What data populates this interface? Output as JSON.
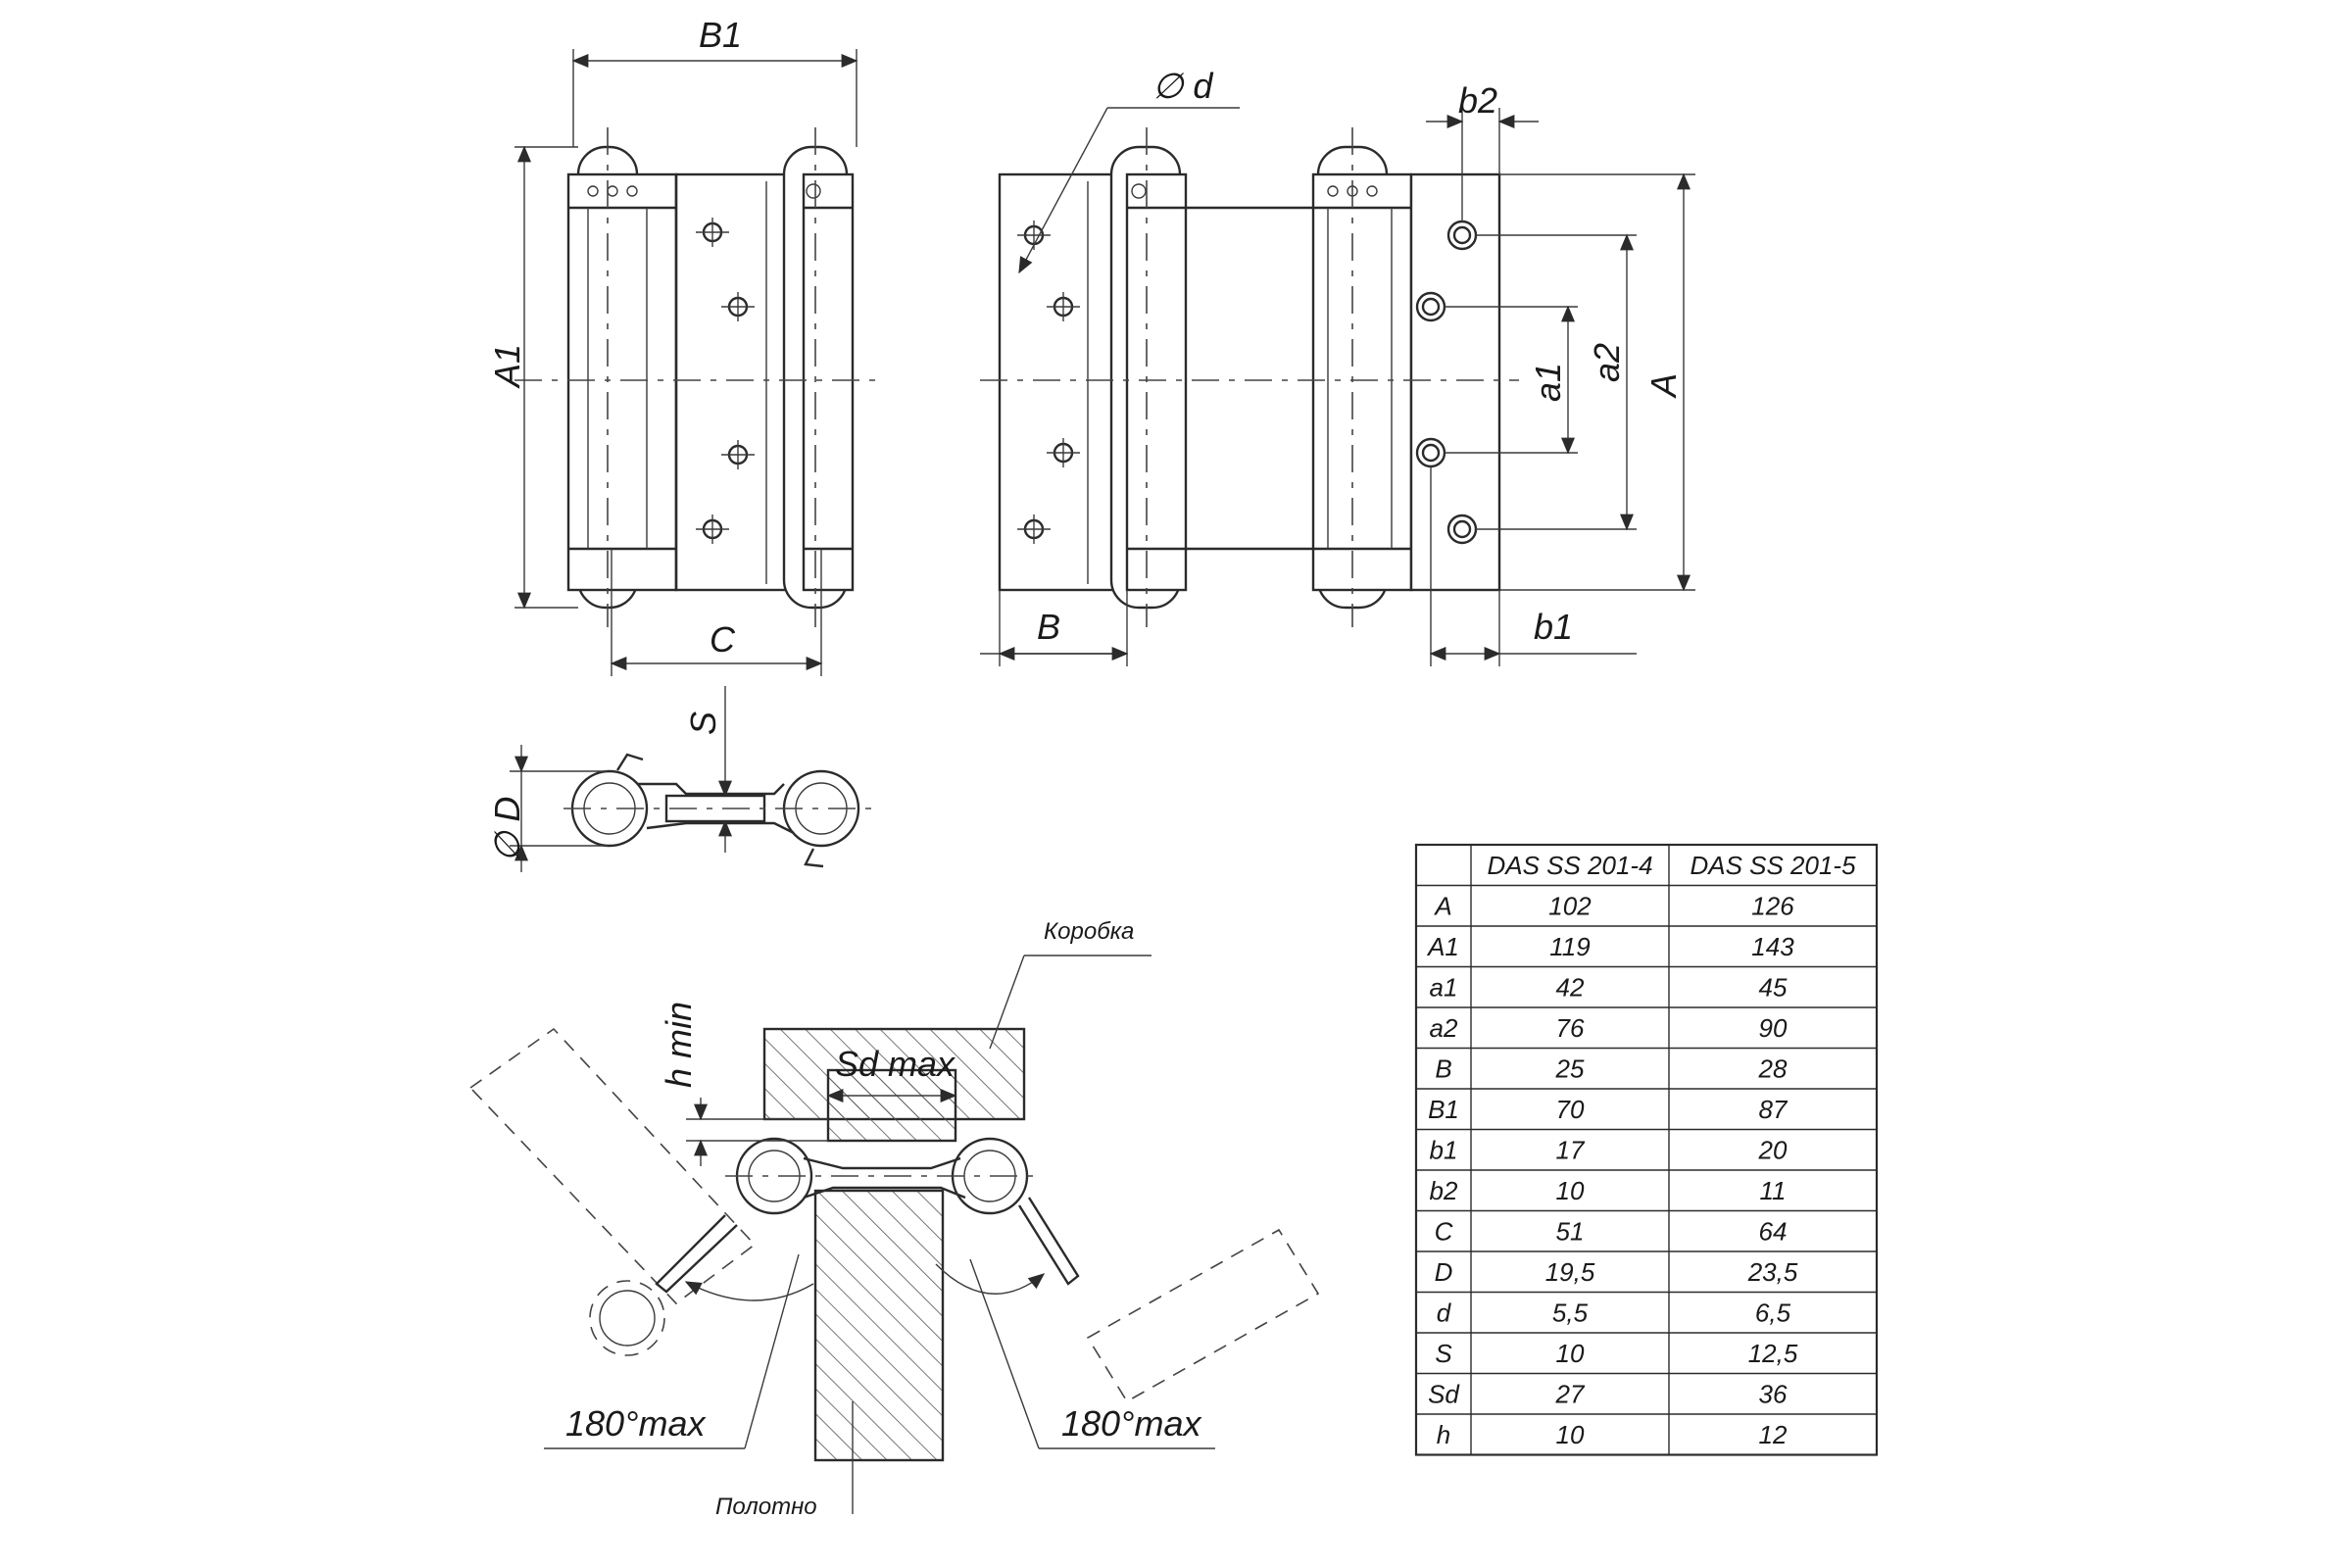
{
  "labels": {
    "B1": "B1",
    "A1": "A1",
    "C": "C",
    "d": "∅ d",
    "B": "B",
    "b2": "b2",
    "b1": "b1",
    "a1": "a1",
    "a2": "a2",
    "A": "A",
    "S": "S",
    "D": "∅ D",
    "korobka": "Коробка",
    "polotno": "Полотно",
    "hmin": "h min",
    "sdmax": "Sd max",
    "angle_left": "180°max",
    "angle_right": "180°max"
  },
  "table": {
    "columns": [
      "",
      "DAS SS 201-4",
      "DAS SS 201-5"
    ],
    "rows": [
      [
        "A",
        "102",
        "126"
      ],
      [
        "A1",
        "119",
        "143"
      ],
      [
        "a1",
        "42",
        "45"
      ],
      [
        "a2",
        "76",
        "90"
      ],
      [
        "B",
        "25",
        "28"
      ],
      [
        "B1",
        "70",
        "87"
      ],
      [
        "b1",
        "17",
        "20"
      ],
      [
        "b2",
        "10",
        "11"
      ],
      [
        "C",
        "51",
        "64"
      ],
      [
        "D",
        "19,5",
        "23,5"
      ],
      [
        "d",
        "5,5",
        "6,5"
      ],
      [
        "S",
        "10",
        "12,5"
      ],
      [
        "Sd",
        "27",
        "36"
      ],
      [
        "h",
        "10",
        "12"
      ]
    ]
  }
}
